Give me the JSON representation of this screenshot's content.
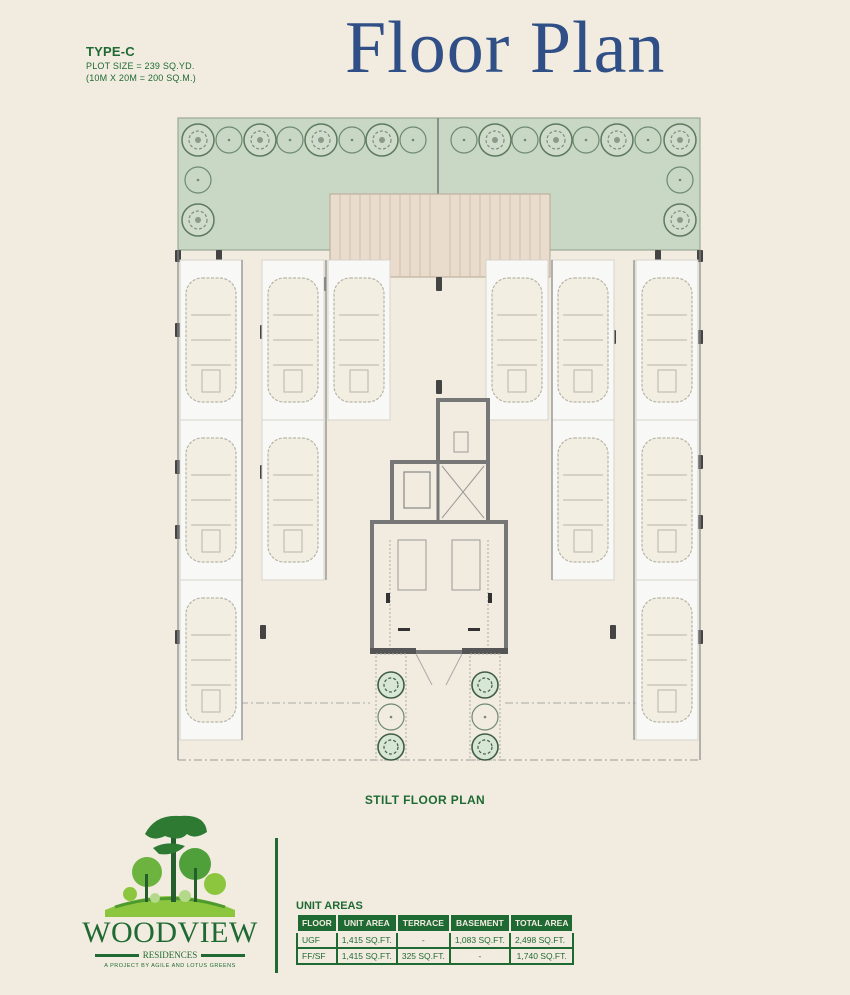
{
  "header": {
    "title": "Floor Plan",
    "type": "TYPE-C",
    "plot_size": "PLOT SIZE = 239 SQ.YD.",
    "plot_dimensions": "(10M X 20M = 200 SQ.M.)"
  },
  "plan": {
    "caption": "STILT FLOOR PLAN",
    "colors": {
      "lawn": "#c8d8c4",
      "deck": "#e9dccd",
      "parking_bay": "#f7f7f5",
      "wall": "#6e6e6e",
      "tree": "#5d7a5f"
    },
    "parking_bays": 12
  },
  "logo": {
    "name": "WOODVIEW",
    "subtitle": "RESIDENCES",
    "tagline": "A PROJECT BY AGILE AND LOTUS GREENS"
  },
  "unit_areas": {
    "title": "UNIT AREAS",
    "columns": [
      "FLOOR",
      "UNIT AREA",
      "TERRACE",
      "BASEMENT",
      "TOTAL AREA"
    ],
    "rows": [
      [
        "UGF",
        "1,415 SQ.FT.",
        "-",
        "1,083 SQ.FT.",
        "2,498 SQ.FT."
      ],
      [
        "FF/SF",
        "1,415 SQ.FT.",
        "325 SQ.FT.",
        "-",
        "1,740 SQ.FT."
      ]
    ]
  },
  "brand_color": "#1f6a33",
  "title_color": "#2f4f86",
  "background": "#f2ece0"
}
